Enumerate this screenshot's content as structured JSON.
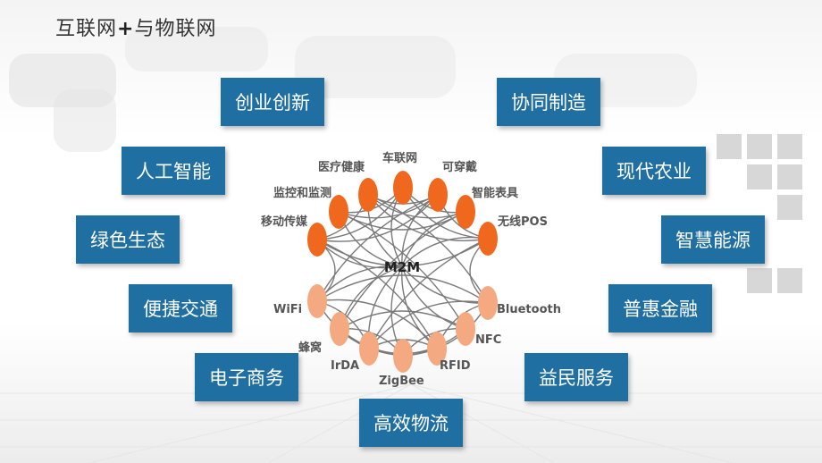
{
  "title": {
    "part1": "互联网",
    "plus": "+",
    "part2": "与物联网"
  },
  "left_boxes": [
    "创业创新",
    "人工智能",
    "绿色生态",
    "便捷交通",
    "电子商务"
  ],
  "right_boxes": [
    "协同制造",
    "现代农业",
    "智慧能源",
    "普惠金融",
    "益民服务"
  ],
  "bottom_box": "高效物流",
  "center_label": "M2M",
  "top_nodes": [
    "移动传媒",
    "监控和监测",
    "医疗健康",
    "车联网",
    "可穿戴",
    "智能表具",
    "无线POS"
  ],
  "bottom_nodes": [
    "WiFi",
    "蜂窝",
    "IrDA",
    "ZigBee",
    "RFID",
    "NFC",
    "Bluetooth"
  ],
  "colors": {
    "box": "#1f6fa3",
    "top_node": "#f0681d",
    "bottom_node": "#f4a981",
    "link": "#7a7a7a"
  }
}
